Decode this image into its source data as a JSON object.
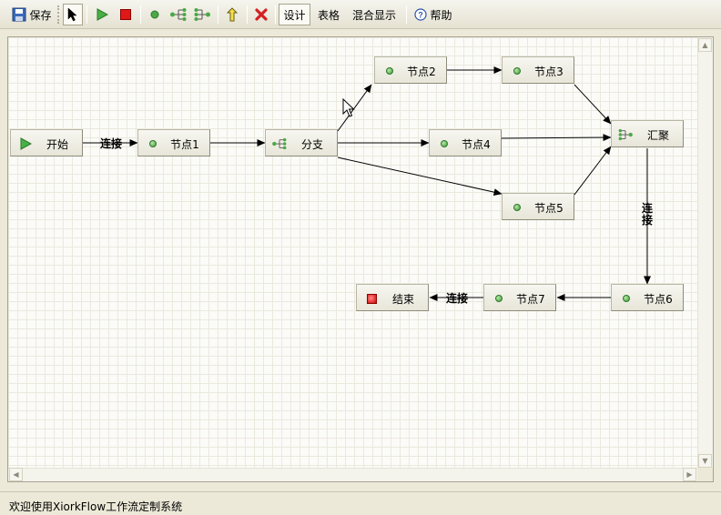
{
  "toolbar": {
    "save_label": "保存",
    "tabs": [
      {
        "label": "设计",
        "active": true
      },
      {
        "label": "表格",
        "active": false
      },
      {
        "label": "混合显示",
        "active": false
      }
    ],
    "help_label": "帮助",
    "icons": [
      "save-icon",
      "pointer-icon",
      "start-icon",
      "end-icon",
      "node-icon",
      "branch-icon",
      "merge-icon",
      "up-arrow-icon",
      "delete-icon",
      "help-icon"
    ]
  },
  "workflow": {
    "nodes": [
      {
        "id": "start",
        "label": "开始",
        "type": "start"
      },
      {
        "id": "n1",
        "label": "节点1",
        "type": "task"
      },
      {
        "id": "branch",
        "label": "分支",
        "type": "branch"
      },
      {
        "id": "n2",
        "label": "节点2",
        "type": "task"
      },
      {
        "id": "n3",
        "label": "节点3",
        "type": "task"
      },
      {
        "id": "n4",
        "label": "节点4",
        "type": "task"
      },
      {
        "id": "n5",
        "label": "节点5",
        "type": "task"
      },
      {
        "id": "merge",
        "label": "汇聚",
        "type": "merge"
      },
      {
        "id": "n6",
        "label": "节点6",
        "type": "task"
      },
      {
        "id": "n7",
        "label": "节点7",
        "type": "task"
      },
      {
        "id": "end",
        "label": "结束",
        "type": "end"
      }
    ],
    "link_label": "连接"
  },
  "colors": {
    "grid_line": "#ebe9de",
    "node_dot": "#3f9a3a",
    "end_square": "#d40000",
    "delete_x": "#d42020",
    "toolbar_bg": "#ece9d8"
  },
  "status": {
    "text": "欢迎使用XiorkFlow工作流定制系统"
  }
}
